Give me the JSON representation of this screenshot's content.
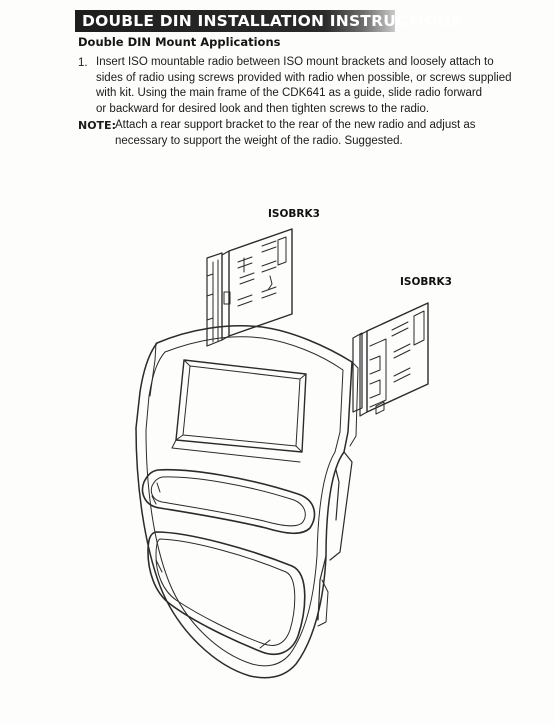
{
  "header": {
    "title": "DOUBLE DIN INSTALLATION INSTRUCTIONS"
  },
  "section": {
    "title": "Double DIN Mount Applications"
  },
  "steps": [
    {
      "number": "1.",
      "lines": [
        "Insert ISO mountable radio between ISO mount brackets and loosely attach to",
        "sides of radio using screws provided with radio when possible, or screws supplied",
        "with kit. Using the main frame of the CDK641 as a guide, slide radio forward",
        "or backward for desired look and then tighten screws to the radio."
      ]
    }
  ],
  "note": {
    "label": "NOTE:",
    "lines": [
      "Attach a rear support bracket to the rear of the new radio and adjust as",
      "necessary to support the weight of the radio. Suggested."
    ]
  },
  "diagram": {
    "labels": [
      "ISOBRK3",
      "ISOBRK3"
    ]
  }
}
